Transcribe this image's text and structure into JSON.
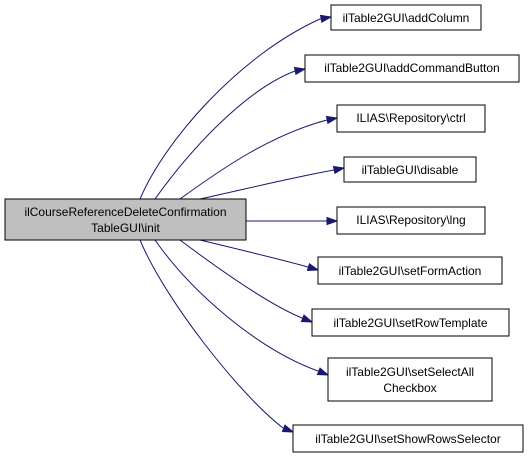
{
  "diagram": {
    "edge_color": "#191970",
    "source_fill": "#bfbfbf",
    "target_fill": "#ffffff",
    "source": {
      "lines": [
        "ilCourseReferenceDeleteConfirmation",
        "TableGUI\\init"
      ]
    },
    "targets": [
      {
        "lines": [
          "ilTable2GUI\\addColumn"
        ]
      },
      {
        "lines": [
          "ilTable2GUI\\addCommandButton"
        ]
      },
      {
        "lines": [
          "ILIAS\\Repository\\ctrl"
        ]
      },
      {
        "lines": [
          "ilTableGUI\\disable"
        ]
      },
      {
        "lines": [
          "ILIAS\\Repository\\lng"
        ]
      },
      {
        "lines": [
          "ilTable2GUI\\setFormAction"
        ]
      },
      {
        "lines": [
          "ilTable2GUI\\setRowTemplate"
        ]
      },
      {
        "lines": [
          "ilTable2GUI\\setSelectAll",
          "Checkbox"
        ]
      },
      {
        "lines": [
          "ilTable2GUI\\setShowRowsSelector"
        ]
      }
    ]
  }
}
